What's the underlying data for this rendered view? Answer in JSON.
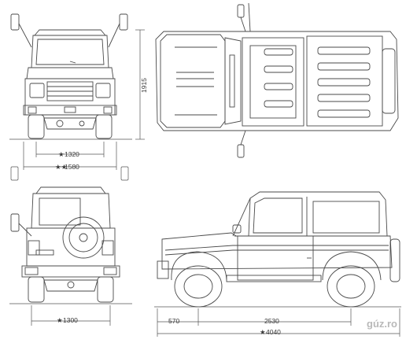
{
  "dimensions": {
    "front_height": "1915",
    "front_track": "1320",
    "front_overall_width": "1580",
    "rear_track": "1300",
    "side_front_overhang": "570",
    "side_wheelbase": "2530",
    "side_overall_length": "4040"
  },
  "markers": {
    "single_star": "★",
    "double_star": "★★"
  },
  "watermark": "gúz.ro"
}
